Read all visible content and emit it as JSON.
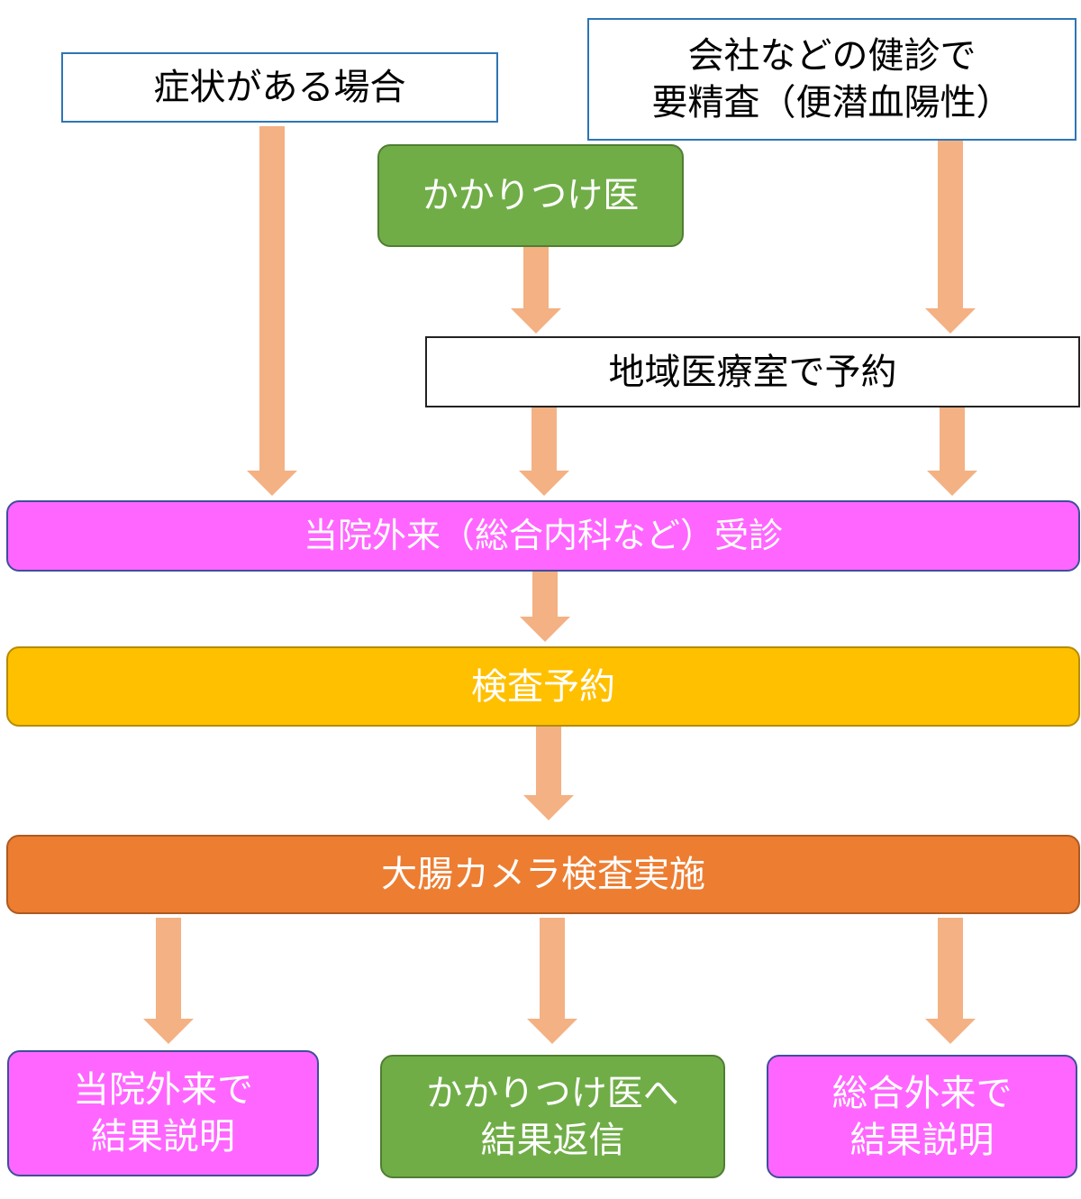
{
  "boxes": {
    "symptoms": "症状がある場合",
    "checkup_line1": "会社などの健診で",
    "checkup_line2": "要精査（便潜血陽性）",
    "family_doctor": "かかりつけ医",
    "regional_office": "地域医療室で予約",
    "outpatient_visit": "当院外来（総合内科など）受診",
    "exam_booking": "検査予約",
    "colonoscopy": "大腸カメラ検査実施",
    "result_hospital_line1": "当院外来で",
    "result_hospital_line2": "結果説明",
    "result_doctor_line1": "かかりつけ医へ",
    "result_doctor_line2": "結果返信",
    "result_general_line1": "総合外来で",
    "result_general_line2": "結果説明"
  },
  "colors": {
    "arrow": "#f4b183",
    "green": "#70ad47",
    "pink": "#ff66ff",
    "yellow": "#ffc000",
    "orange": "#ed7d31",
    "blue_border": "#2e75b6"
  }
}
